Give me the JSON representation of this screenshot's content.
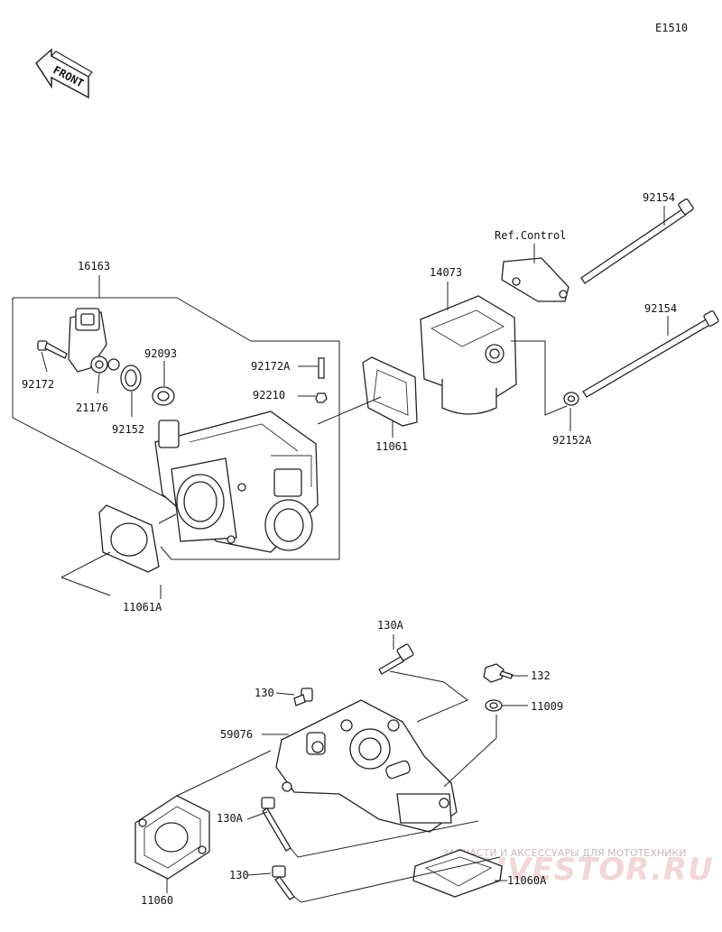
{
  "diagram_code": "E1510",
  "front_arrow_label": "FRONT",
  "ref_label": "Ref.Control",
  "parts": {
    "p16163": "16163",
    "p92172": "92172",
    "p21176": "21176",
    "p92093": "92093",
    "p92152": "92152",
    "p92172A": "92172A",
    "p92210": "92210",
    "p11061": "11061",
    "p11061A": "11061A",
    "p14073": "14073",
    "p92154_top": "92154",
    "p92154_bottom": "92154",
    "p92152A": "92152A",
    "p130A_top": "130A",
    "p130_top": "130",
    "p132": "132",
    "p11009": "11009",
    "p59076": "59076",
    "p130A_bottom": "130A",
    "p130_bottom": "130",
    "p11060": "11060",
    "p11060A": "11060A"
  },
  "watermark": {
    "tagline": "ЗАПЧАСТИ И АКСЕССУАРЫ ДЛЯ МОТОТЕХНИКИ",
    "brand": "DRIVESTOR.RU"
  }
}
